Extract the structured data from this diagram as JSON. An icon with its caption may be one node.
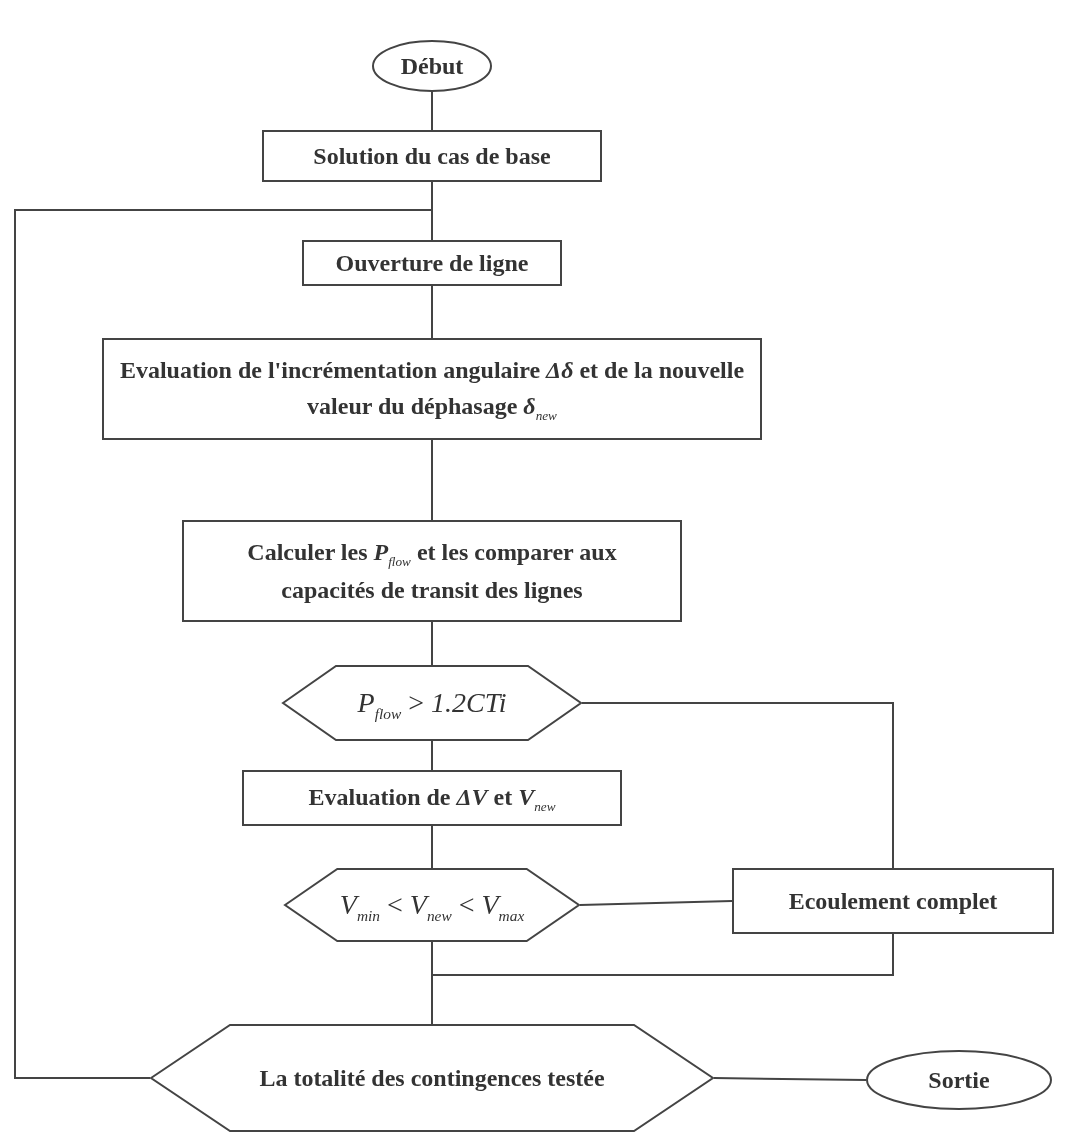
{
  "diagram": {
    "nodes": [
      {
        "text": [
          "Début"
        ]
      },
      {
        "text": [
          "Solution du cas de base"
        ]
      },
      {
        "text": [
          "Ouverture de ligne"
        ]
      },
      {
        "text": [
          "Evaluation de l'incrémentation angulaire *Δδ* et de la nouvelle valeur du déphasage *δ*$_{new}$"
        ]
      },
      {
        "text": [
          "Calculer les *P*$_{flow}$ et les comparer aux capacités de transit des lignes"
        ]
      },
      {
        "text": [
          "*P*$_{flow}$ > *1.2CTi*"
        ]
      },
      {
        "text": [
          "Evaluation de *ΔV* et *V*$_{new}$"
        ]
      },
      {
        "text": [
          "*V*$_{min}$ < *V*$_{new}$ < *V*$_{max}$"
        ]
      },
      {
        "text": [
          "Ecoulement complet"
        ]
      },
      {
        "text": [
          "La totalité des contingences testée"
        ]
      },
      {
        "text": [
          "Sortie"
        ]
      }
    ],
    "edges": [
      {
        "from": 0,
        "to": 1,
        "arrow": "none"
      },
      {
        "from": 1,
        "to": 2,
        "arrow": "none"
      },
      {
        "from": 2,
        "to": 3,
        "arrow": "none"
      },
      {
        "from": 3,
        "to": 4,
        "arrow": "none"
      },
      {
        "from": 4,
        "to": 5,
        "arrow": "none"
      },
      {
        "from": 5,
        "to": 6,
        "arrow": "none"
      },
      {
        "from": 6,
        "to": 7,
        "arrow": "none"
      },
      {
        "from": 5,
        "to": 8,
        "arrow": "none"
      },
      {
        "from": 7,
        "to": 8,
        "arrow": "none"
      },
      {
        "from": 7,
        "to": 9,
        "arrow": "none"
      },
      {
        "from": 8,
        "to": 9,
        "arrow": "none"
      },
      {
        "from": 9,
        "to": 10,
        "arrow": "none"
      },
      {
        "from": 9,
        "to": 2,
        "arrow": "none"
      }
    ]
  }
}
